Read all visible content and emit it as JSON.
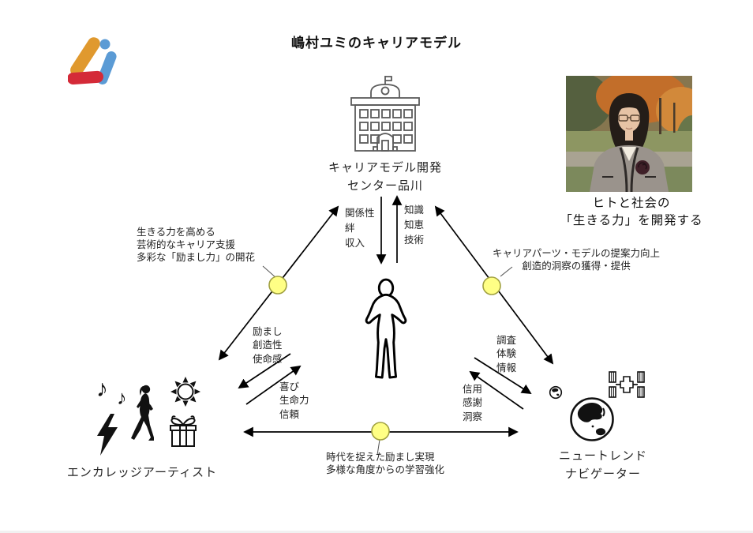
{
  "title": "嶋村ユミのキャリアモデル",
  "logo": {
    "name": "brand-logo",
    "colors": {
      "orange": "#e0992e",
      "blue": "#5b9bd5",
      "red": "#d42a38"
    }
  },
  "nodes": {
    "center_top": {
      "label": "キャリアモデル開発\nセンター品川",
      "icon": "school-building-icon"
    },
    "bottom_left": {
      "label": "エンカレッジアーティスト",
      "icons": [
        "music-note-icon",
        "music-note-icon",
        "lightning-icon",
        "walking-person-icon",
        "sun-icon",
        "gift-icon"
      ]
    },
    "bottom_right": {
      "label": "ニュートレンド\nナビゲーター",
      "icons": [
        "mini-globe-icon",
        "globe-icon",
        "space-station-icon"
      ]
    },
    "center": {
      "icon": "person-silhouette-icon"
    }
  },
  "profile": {
    "photo": "portrait-photo",
    "caption": "ヒトと社会の\n「生きる力」を開発する"
  },
  "edge_notes": {
    "left": "生きる力を高める\n芸術的なキャリア支援\n多彩な「励まし力」の開花",
    "right": "キャリアパーツ・モデルの提案力向上\n創造的洞察の獲得・提供",
    "bottom": "時代を捉えた励まし実現\n多様な角度からの学習強化"
  },
  "exchanges": {
    "center_down": "関係性\n絆\n収入",
    "center_up": "知識\n知恵\n技術",
    "to_artist": "励まし\n創造性\n使命感",
    "from_artist": "喜び\n生命力\n信頼",
    "to_navigator": "調査\n体験\n情報",
    "from_navigator": "信用\n感謝\n洞察"
  },
  "icons": {
    "music_note": "♪",
    "music_note_small": "♪"
  },
  "colors": {
    "arrow": "#000000",
    "node_circle_fill": "#ffff85",
    "node_circle_border": "#a0a040",
    "icon_outline": "#5b5b5b"
  }
}
